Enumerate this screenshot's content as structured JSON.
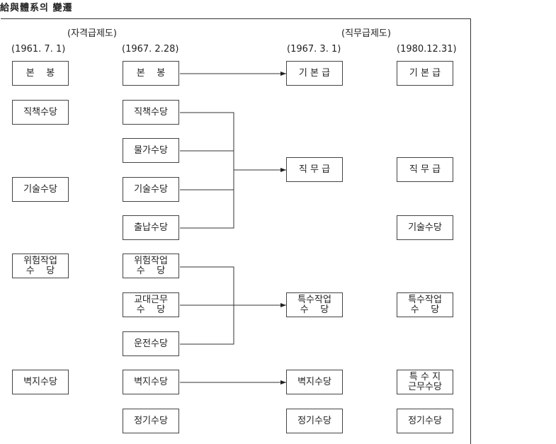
{
  "title": "給與體系의 變遷",
  "systems": {
    "left": "(자격급제도)",
    "right": "(직무급제도)"
  },
  "dates": [
    "(1961. 7. 1)",
    "(1967. 2.28)",
    "(1967. 3. 1)",
    "(1980.12.31)"
  ],
  "col1": [
    "본    봉",
    "직책수당",
    "기술수당",
    "위험작업\n수    당",
    "벽지수당"
  ],
  "col2": [
    "본    봉",
    "직책수당",
    "물가수당",
    "기술수당",
    "출납수당",
    "위험작업\n수    당",
    "교대근무\n수    당",
    "운전수당",
    "벽지수당",
    "정기수당"
  ],
  "col3": [
    "기 본 급",
    "직 무 급",
    "특수작업\n수    당",
    "벽지수당",
    "정기수당"
  ],
  "col4": [
    "기 본 급",
    "직 무 급",
    "기술수당",
    "특수작업\n수    당",
    "특 수 지\n근무수당",
    "정기수당"
  ]
}
